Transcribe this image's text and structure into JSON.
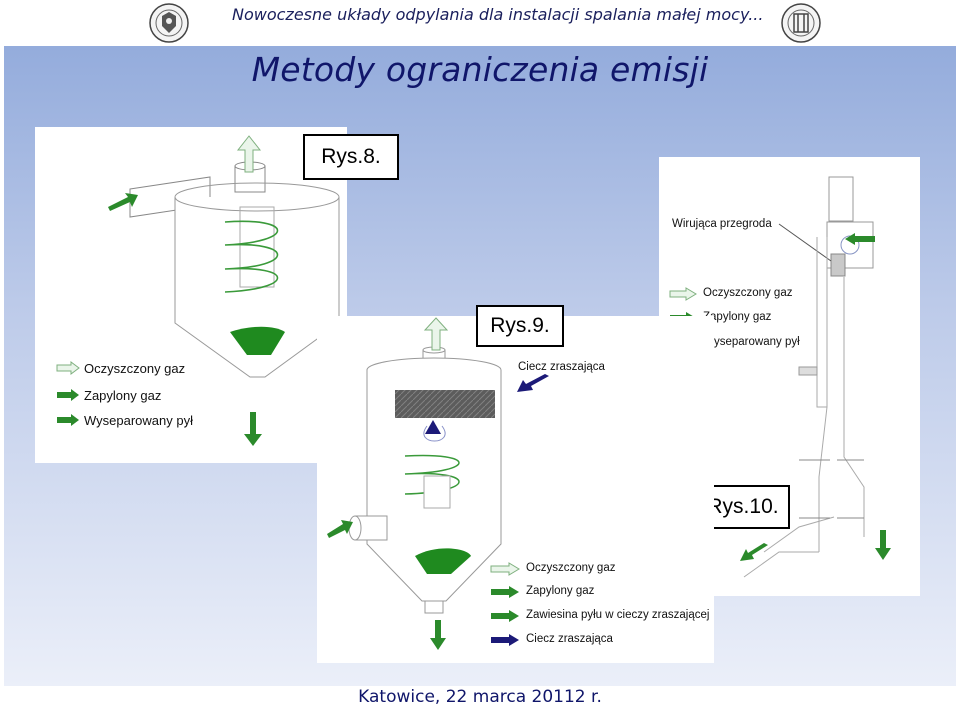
{
  "header": {
    "title": "Nowoczesne układy odpylania dla instalacji spalania małej mocy...",
    "left_emblem_icon": "university-seal-icon",
    "right_emblem_icon": "institute-seal-icon"
  },
  "main_title": "Metody ograniczenia emisji",
  "figure8": {
    "label": "Rys.8.",
    "legend": [
      "Oczyszczony gaz",
      "Zapylony gaz",
      "Wyseparowany pył"
    ]
  },
  "figure9": {
    "label": "Rys.9.",
    "liquid_label": "Ciecz zraszająca",
    "legend": [
      "Oczyszczony gaz",
      "Zapylony gaz",
      "Zawiesina pyłu w cieczy zraszającej",
      "Ciecz zraszająca"
    ]
  },
  "figure10": {
    "label": "Rys.10.",
    "baffle_label": "Wirująca przegroda",
    "legend": [
      "Oczyszczony gaz",
      "Zapylony gaz",
      "yseparowany pył"
    ]
  },
  "footer": "Katowice, 22 marca 20112 r.",
  "colors": {
    "title_blue": "#10166a",
    "green_arrow": "#2b8a2b",
    "dark_blue_arrow": "#1c1a78",
    "sludge_green": "#1f8a1f"
  }
}
